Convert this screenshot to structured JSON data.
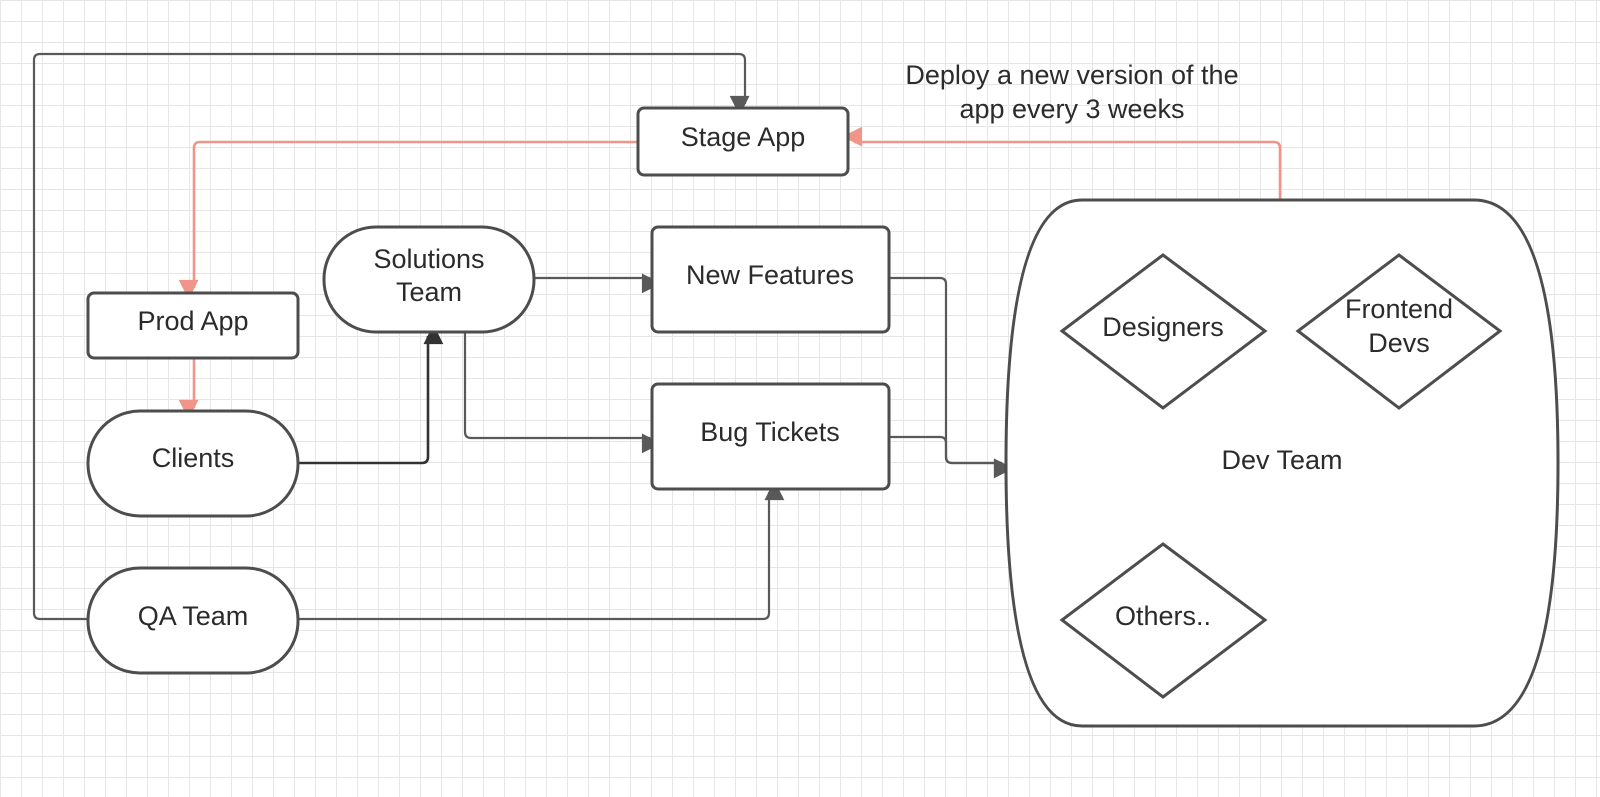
{
  "nodes": {
    "stage_app": "Stage App",
    "prod_app": "Prod App",
    "clients": "Clients",
    "solutions_team": [
      "Solutions",
      "Team"
    ],
    "new_features": "New Features",
    "bug_tickets": "Bug Tickets",
    "qa_team": "QA Team",
    "dev_team": "Dev Team",
    "designers": "Designers",
    "frontend_devs": [
      "Frontend",
      "Devs"
    ],
    "others": "Others.."
  },
  "note": [
    "Deploy a new version of the",
    "app every 3 weeks"
  ],
  "colors": {
    "deploy_flow": "#f0958a",
    "connector": "#595959",
    "shape_stroke": "#4d4d4d",
    "grid": "#e6e6e6"
  }
}
